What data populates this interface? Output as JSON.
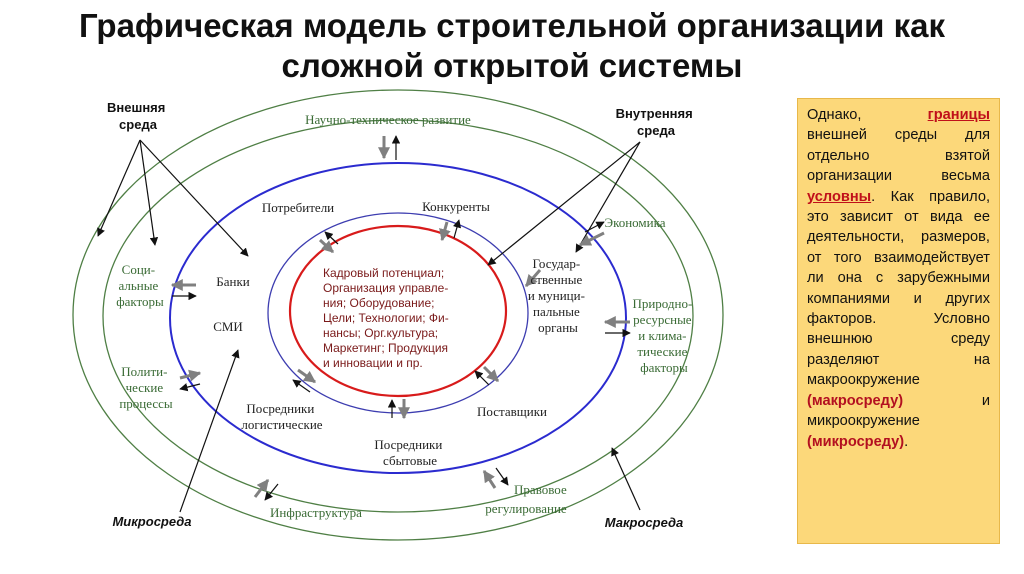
{
  "title": {
    "line1": "Графическая модель строительной организации как",
    "line2": "сложной открытой системы"
  },
  "labels": {
    "external_env": [
      "Внешняя",
      "среда"
    ],
    "internal_env": [
      "Внутренняя",
      "среда"
    ],
    "micro_env": "Микросреда",
    "macro_env": "Макросреда"
  },
  "macro_factors": {
    "science": "Научно-техническое развитие",
    "economy": "Экономика",
    "social": [
      "Соци-",
      "альные",
      "факторы"
    ],
    "political": [
      "Полити-",
      "ческие",
      "процессы"
    ],
    "natural": [
      "Природно-",
      "ресурсные",
      "и клима-",
      "тические",
      "факторы"
    ],
    "infrastructure": "Инфраструктура",
    "legal": [
      "Правовое",
      "регулирование"
    ]
  },
  "micro_factors": {
    "consumers": "Потребители",
    "competitors": "Конкуренты",
    "banks": "Банки",
    "media": "СМИ",
    "government": [
      "Государ-",
      "ственные",
      "и муници-",
      "пальные",
      "органы"
    ],
    "logistics": [
      "Посредники",
      "логистические"
    ],
    "sales": [
      "Посредники",
      "сбытовые"
    ],
    "suppliers": "Поставщики"
  },
  "core": [
    "Кадровый потенциал;",
    "Организация управле-",
    "ния; Оборудование;",
    "Цели; Технологии; Фи-",
    "нансы; Орг.культура;",
    "Маркетинг; Продукция",
    "и инновации и пр."
  ],
  "sidebox": {
    "t1": "Однако, ",
    "h1": "границы",
    "t2": " внешней среды для отдельно взятой организации весьма ",
    "h2": "условны",
    "t3": ". Как правило, это зависит от вида ее деятельности, размеров, от того взаимодействует ли она с зарубежными компаниями и других факторов. Условно внешнюю среду разделяют на макроокружение ",
    "h3": "(макросреду)",
    "t4": " и микроокружение ",
    "h4": "(микросреду)",
    "t5": "."
  },
  "colors": {
    "outer_ring": "#4f7f45",
    "middle_ring": "#2b2bcf",
    "inner_ring": "#3d3db0",
    "core_ring": "#d81b1b",
    "arrow": "#808080",
    "sidebox_bg": "#fcd87a"
  }
}
